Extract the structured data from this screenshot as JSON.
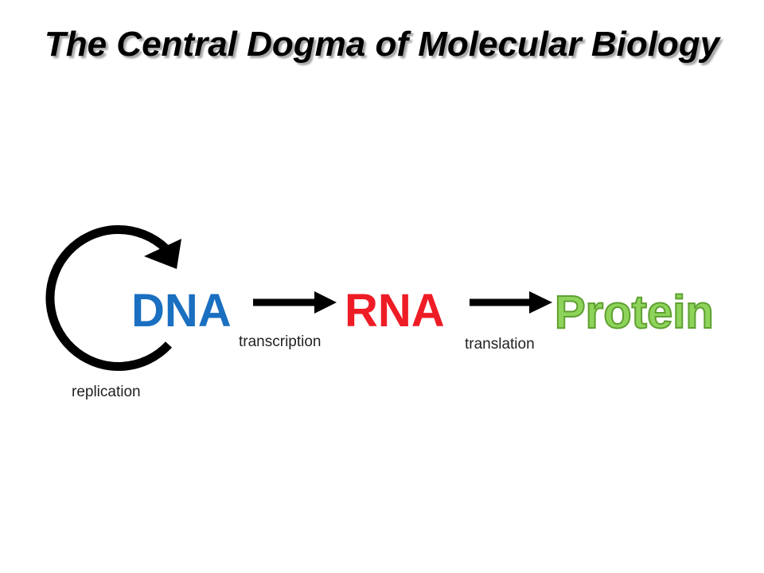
{
  "title": "The Central Dogma of Molecular Biology",
  "molecules": {
    "dna": "DNA",
    "rna": "RNA",
    "protein": "Protein"
  },
  "processes": {
    "replication": "replication",
    "transcription": "transcription",
    "translation": "translation"
  },
  "colors": {
    "dna": "#1a6fc0",
    "rna": "#ee1c25",
    "protein": "#8ed45a",
    "arrows": "#000000"
  }
}
